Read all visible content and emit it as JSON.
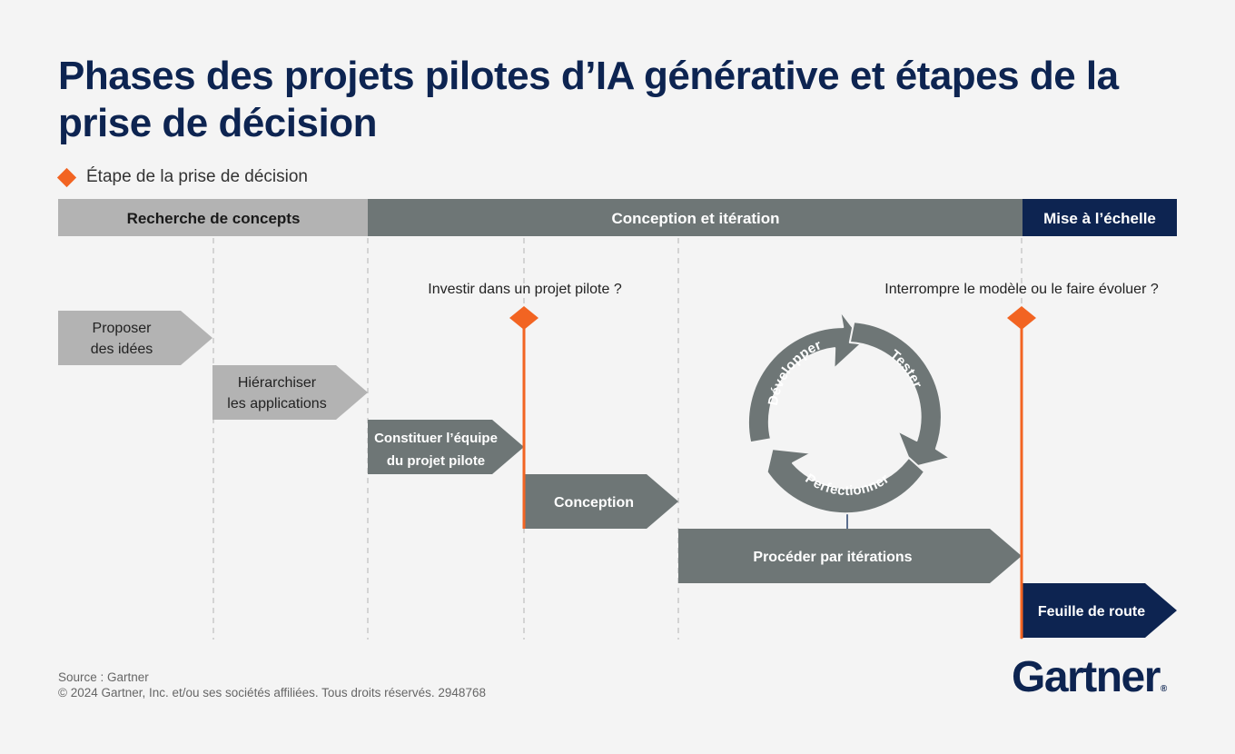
{
  "title": "Phases des projets pilotes d’IA générative et étapes de la prise de décision",
  "legend": {
    "label": "Étape de la prise de décision"
  },
  "phases": [
    {
      "label": "Recherche de concepts",
      "color": "#b3b3b3",
      "text_color": "#1a1a1a"
    },
    {
      "label": "Conception et itération",
      "color": "#6e7676",
      "text_color": "#ffffff"
    },
    {
      "label": "Mise à l’échelle",
      "color": "#0d2451",
      "text_color": "#ffffff"
    }
  ],
  "steps": [
    {
      "lines": [
        "Proposer",
        "des idées"
      ],
      "color": "#b3b3b3",
      "text_color": "#222222",
      "bold": false
    },
    {
      "lines": [
        "Hiérarchiser",
        "les applications"
      ],
      "color": "#b3b3b3",
      "text_color": "#222222",
      "bold": false
    },
    {
      "lines": [
        "Constituer l’équipe",
        "du projet pilote"
      ],
      "color": "#6e7676",
      "text_color": "#ffffff",
      "bold": true
    },
    {
      "lines": [
        "Conception"
      ],
      "color": "#6e7676",
      "text_color": "#ffffff",
      "bold": true
    },
    {
      "lines": [
        "Procéder par itérations"
      ],
      "color": "#6e7676",
      "text_color": "#ffffff",
      "bold": true
    },
    {
      "lines": [
        "Feuille de route"
      ],
      "color": "#0d2451",
      "text_color": "#ffffff",
      "bold": true
    }
  ],
  "decisions": [
    {
      "question": "Investir dans un projet pilote ?"
    },
    {
      "question": "Interrompre le modèle ou le faire évoluer ?"
    }
  ],
  "cycle": {
    "labels": [
      "Développer",
      "Tester",
      "Perfectionner"
    ],
    "color": "#6e7676"
  },
  "colors": {
    "decision": "#f26422",
    "divider": "#b5b5b5",
    "connector": "#5b6f8f"
  },
  "source": "Source : Gartner",
  "copyright": "© 2024 Gartner, Inc. et/ou ses sociétés affiliées. Tous droits réservés. 2948768",
  "logo": {
    "text": "Gartner",
    "mark": "®"
  }
}
